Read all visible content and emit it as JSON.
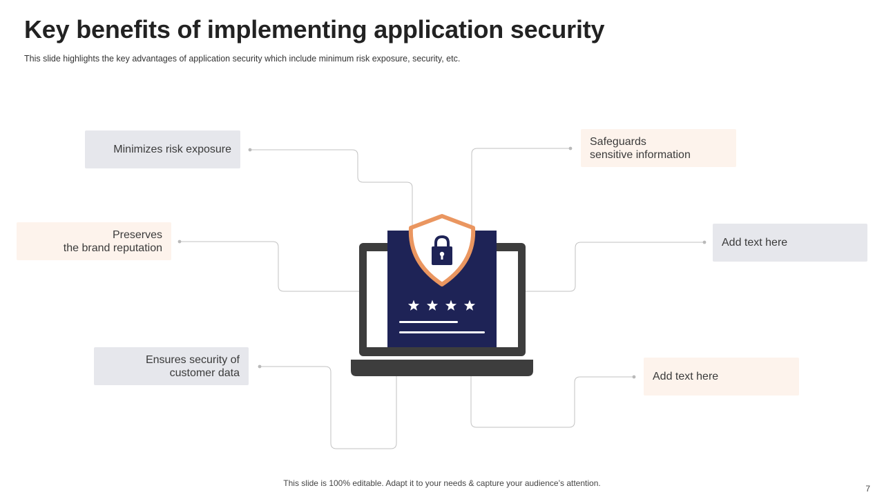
{
  "slide": {
    "title": "Key benefits of implementing application security",
    "subtitle": "This slide highlights the key advantages of application security which include minimum risk exposure, security, etc.",
    "footer": "This slide is 100% editable. Adapt it to your needs & capture your audience’s attention.",
    "page_number": "7"
  },
  "benefits": {
    "minimizes_risk": {
      "line1": "Minimizes risk exposure"
    },
    "safeguards": {
      "line1": "Safeguards",
      "line2": "sensitive information"
    },
    "preserves": {
      "line1": "Preserves",
      "line2": "the brand reputation"
    },
    "add_text_right_top": {
      "line1": "Add text here"
    },
    "ensures_security": {
      "line1": "Ensures security of",
      "line2": "customer data"
    },
    "add_text_right_bottom": {
      "line1": "Add text here"
    }
  },
  "icons": {
    "center": "laptop-security-shield-icon",
    "lock": "lock-icon",
    "rating": "star-icon"
  },
  "colors": {
    "navy": "#1e2356",
    "orange": "#ea9660",
    "laptop": "#3d3d3d",
    "gray_box": "#e6e7ec",
    "peach_box": "#fdf3ec",
    "connector": "#bfbfbf"
  }
}
